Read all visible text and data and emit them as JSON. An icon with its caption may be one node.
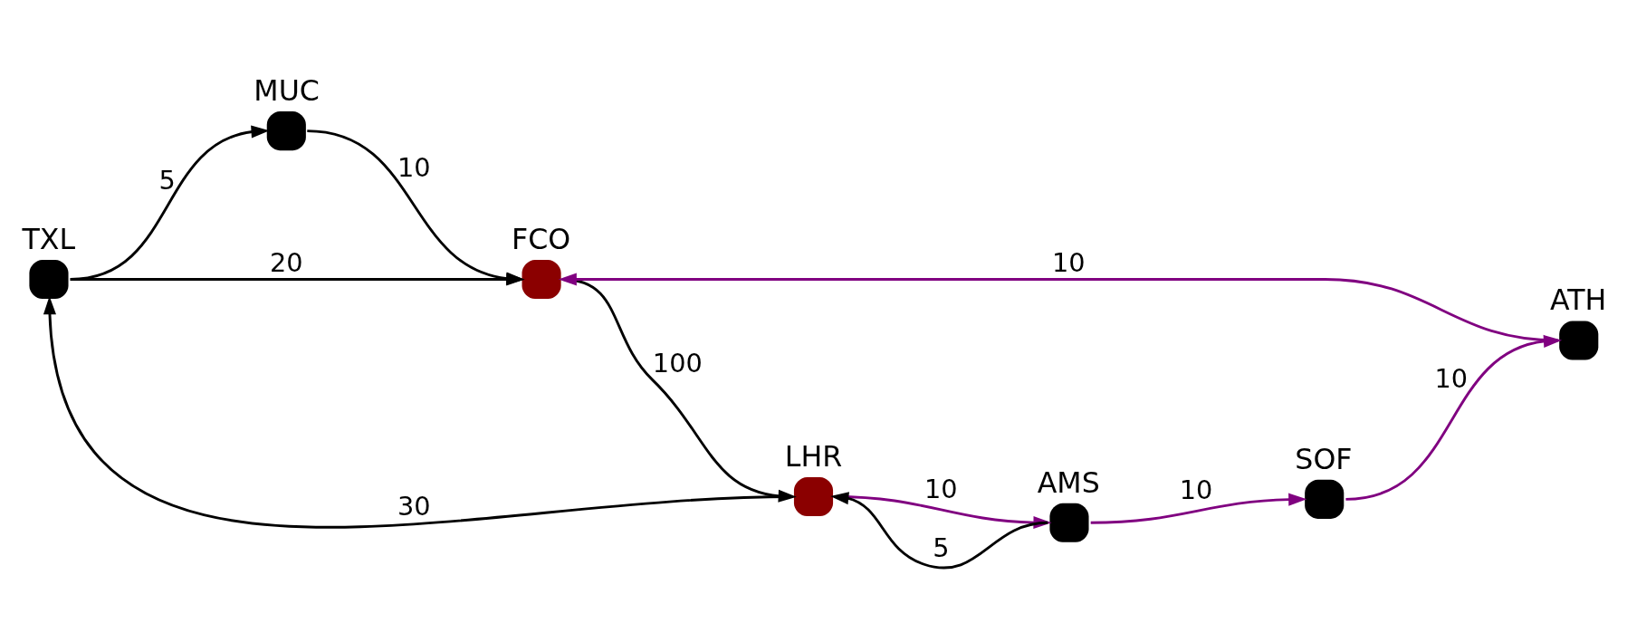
{
  "diagram": {
    "nodes": [
      {
        "text": [],
        "shape": "circle",
        "beside": [
          "TXL"
        ]
      },
      {
        "text": [],
        "shape": "circle",
        "beside": [
          "MUC"
        ]
      },
      {
        "text": [],
        "shape": "circle",
        "beside": [
          "LHR"
        ]
      },
      {
        "text": [],
        "shape": "circle",
        "beside": [
          "AMS"
        ]
      },
      {
        "text": [],
        "shape": "circle",
        "beside": [
          "SOF"
        ]
      },
      {
        "text": [],
        "shape": "circle",
        "beside": [
          "FCO"
        ]
      },
      {
        "text": [],
        "shape": "circle",
        "beside": [
          "ATH"
        ]
      }
    ],
    "edges": [
      {
        "from": 2,
        "to": 0,
        "arrow": "to",
        "label": "30"
      },
      {
        "from": 0,
        "to": 1,
        "arrow": "to",
        "label": "5"
      },
      {
        "from": 0,
        "to": 5,
        "arrow": "to",
        "label": "20"
      },
      {
        "from": 1,
        "to": 5,
        "arrow": "to",
        "label": "10"
      },
      {
        "from": 2,
        "to": 3,
        "arrow": "to",
        "label": "10",
        "color": "#800080"
      },
      {
        "from": 3,
        "to": 4,
        "arrow": "to",
        "label": "10",
        "color": "#800080"
      },
      {
        "from": 3,
        "to": 2,
        "arrow": "to",
        "label": "5"
      },
      {
        "from": 5,
        "to": 2,
        "arrow": "to",
        "label": "100"
      },
      {
        "from": 4,
        "to": 6,
        "arrow": "to",
        "label": "10",
        "color": "#800080"
      },
      {
        "from": 6,
        "to": 5,
        "arrow": "to",
        "label": "10",
        "color": "#800080"
      }
    ]
  }
}
